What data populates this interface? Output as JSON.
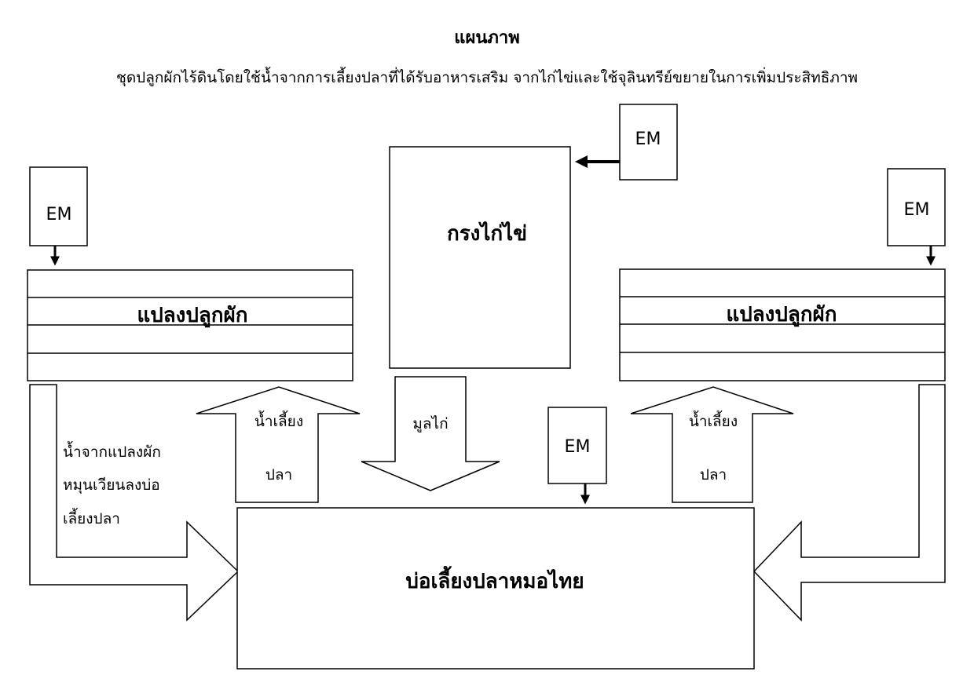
{
  "title": "แผนภาพ",
  "subtitle": "ชุดปลูกผักไร้ดินโดยใช้น้ำจากการเลี้ยงปลาที่ได้รับอาหารเสริม จากไก่ไข่และใช้จุลินทรีย์ขยายในการเพิ่มประสิทธิภาพ",
  "nodes": {
    "em_label": "EM",
    "chicken_coop": "กรงไก่ไข่",
    "vegetable_bed_left": "แปลงปลูกผัก",
    "vegetable_bed_right": "แปลงปลูกผัก",
    "fish_pond": "บ่อเลี้ยงปลาหมอไทย"
  },
  "arrows": {
    "return_water": [
      "น้ำจากแปลงผัก",
      "หมุนเวียนลงบ่อ",
      "เลี้ยงปลา"
    ],
    "fish_water_left": [
      "น้ำเลี้ยง",
      "ปลา"
    ],
    "fish_water_right": [
      "น้ำเลี้ยง",
      "ปลา"
    ],
    "chicken_manure": "มูลไก่"
  }
}
